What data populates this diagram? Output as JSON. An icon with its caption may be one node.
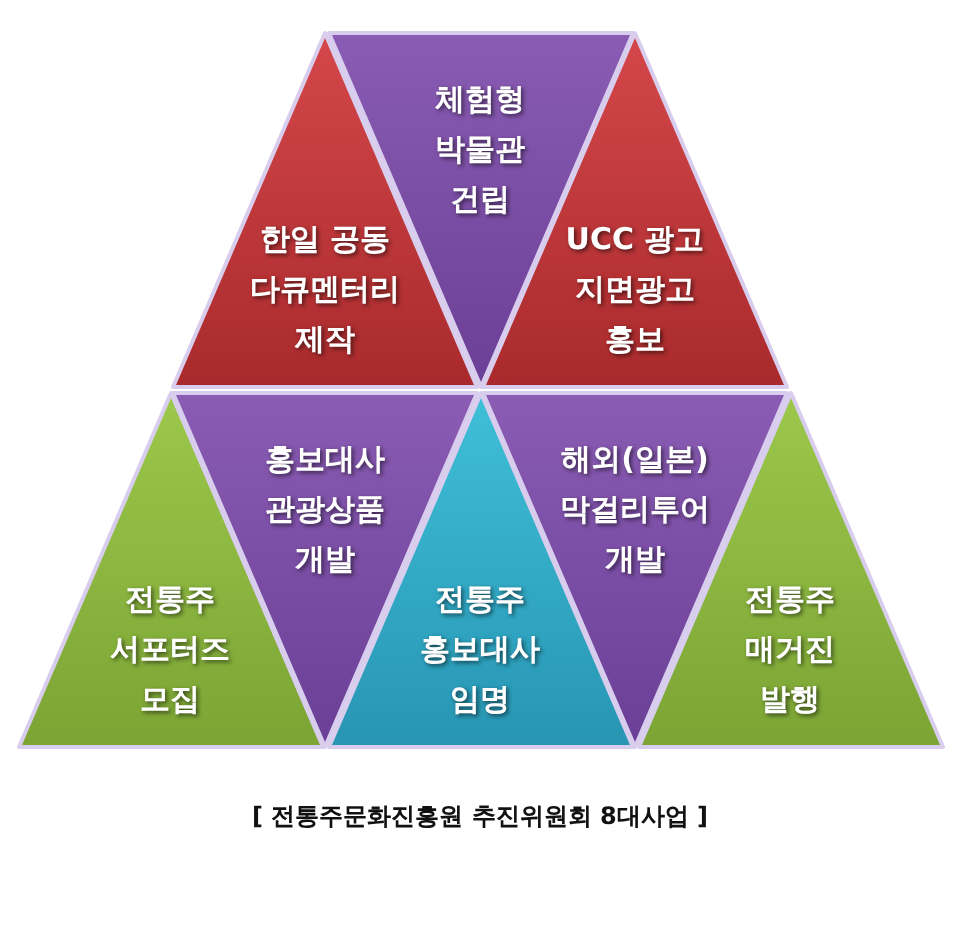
{
  "diagram": {
    "caption": "[ 전통주문화진흥원 추진위원회 8대사업 ]",
    "nodes": [
      {
        "text": [
          "한일 공동 다큐멘터리 제작"
        ]
      },
      {
        "text": [
          "체험형 박물관 건립"
        ]
      },
      {
        "text": [
          "UCC 광고 지면광고 홍보"
        ]
      },
      {
        "text": [
          "전통주 서포터즈 모집"
        ]
      },
      {
        "text": [
          "홍보대사 관광상품 개발"
        ]
      },
      {
        "text": [
          "전통주 홍보대사 임명"
        ]
      },
      {
        "text": [
          "해외(일본) 막걸리투어 개발"
        ]
      },
      {
        "text": [
          "전통주 매거진 발행"
        ]
      }
    ]
  }
}
